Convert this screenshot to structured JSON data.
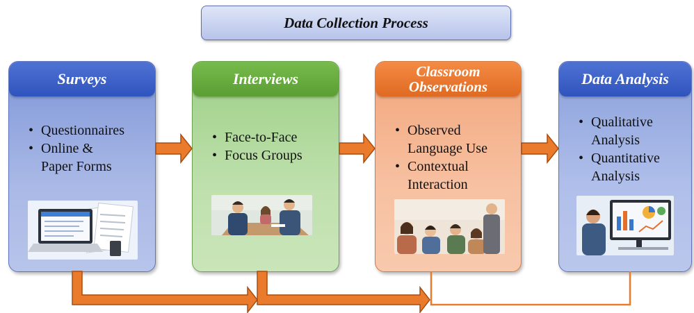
{
  "title": "Data Collection Process",
  "stages": [
    {
      "title": "Surveys",
      "items": [
        "Questionnaires",
        "Online & Paper Forms"
      ],
      "image": "laptop-with-forms"
    },
    {
      "title": "Interviews",
      "items": [
        "Face-to-Face",
        "Focus Groups"
      ],
      "image": "interview-meeting"
    },
    {
      "title": "Classroom Observations",
      "items": [
        "Observed Language Use",
        "Contextual Interaction"
      ],
      "image": "classroom-group"
    },
    {
      "title": "Data Analysis",
      "items": [
        "Qualitative Analysis",
        "Quantitative Analysis"
      ],
      "image": "analyst-at-computer"
    }
  ],
  "colors": {
    "surveys": "#3a5fc8",
    "interviews": "#66aa3c",
    "observations": "#ec7a32",
    "analysis": "#3a5fc8",
    "arrow": "#ea7b2c",
    "arrow_outline": "#a84d12"
  }
}
